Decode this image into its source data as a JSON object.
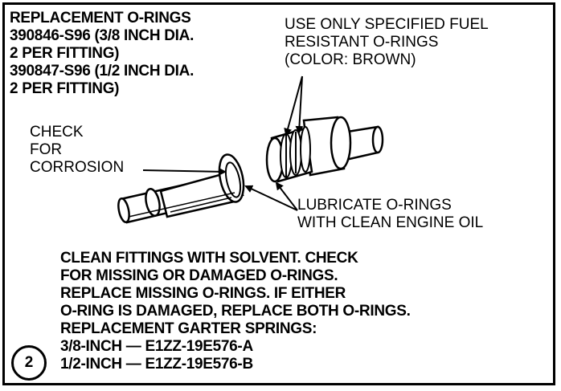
{
  "replacement": {
    "lines": [
      "REPLACEMENT O-RINGS",
      "390846-S96 (3/8 INCH DIA.",
      "2 PER FITTING)",
      "390847-S96 (1/2 INCH DIA.",
      "2 PER FITTING)"
    ]
  },
  "specified": {
    "lines": [
      "USE ONLY SPECIFIED FUEL",
      "RESISTANT O-RINGS",
      "(COLOR: BROWN)"
    ]
  },
  "check": {
    "lines": [
      "CHECK",
      "FOR",
      "CORROSION"
    ]
  },
  "lubricate": {
    "lines": [
      "LUBRICATE O-RINGS",
      "WITH CLEAN ENGINE OIL"
    ]
  },
  "instructions": {
    "lines": [
      "CLEAN FITTINGS WITH SOLVENT. CHECK",
      "FOR MISSING OR DAMAGED O-RINGS.",
      "REPLACE MISSING O-RINGS. IF EITHER",
      "O-RING IS DAMAGED, REPLACE BOTH O-RINGS.",
      "REPLACEMENT GARTER SPRINGS:"
    ]
  },
  "garter_springs": {
    "lines": [
      "3/8-INCH — E1ZZ-19E576-A",
      "1/2-INCH — E1ZZ-19E576-B"
    ]
  },
  "step_badge": "2"
}
